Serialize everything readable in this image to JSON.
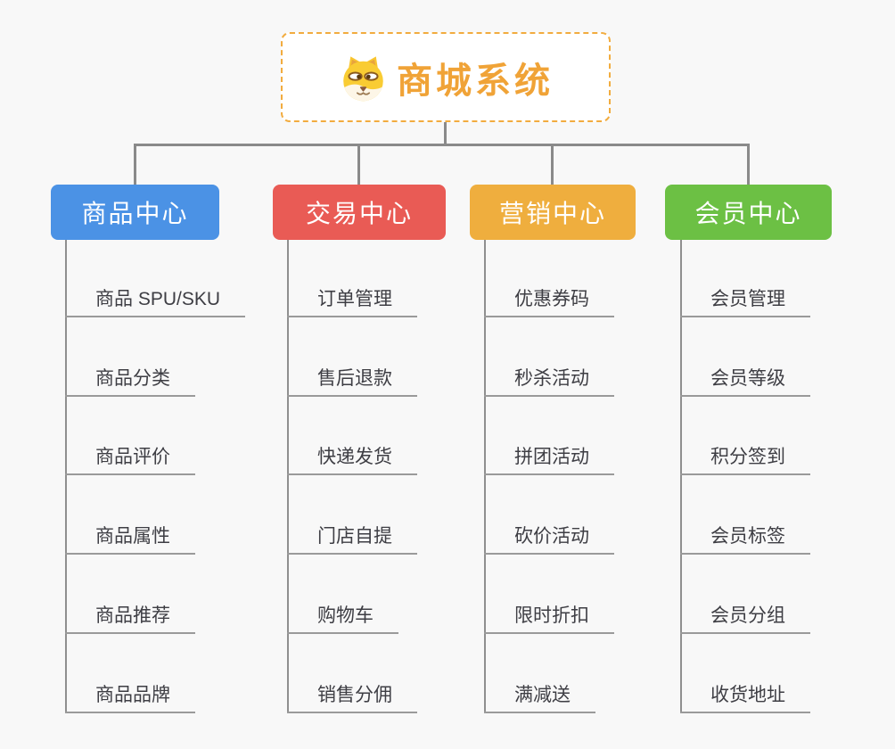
{
  "page": {
    "background": "#F8F8F8",
    "connector_color": "#8A8A8A"
  },
  "root": {
    "title": "商城系统",
    "icon": "dog-face-icon",
    "accent_color": "#F0A337",
    "border_color": "#F2AC3F"
  },
  "leaf_style": {
    "underline_color": "#9A9A9A",
    "text_color": "#3E3E44"
  },
  "branches": [
    {
      "label": "商品中心",
      "color": "#4B92E5",
      "items": [
        "商品 SPU/SKU",
        "商品分类",
        "商品评价",
        "商品属性",
        "商品推荐",
        "商品品牌"
      ]
    },
    {
      "label": "交易中心",
      "color": "#E95B55",
      "items": [
        "订单管理",
        "售后退款",
        "快递发货",
        "门店自提",
        "购物车",
        "销售分佣"
      ]
    },
    {
      "label": "营销中心",
      "color": "#EFAE3E",
      "items": [
        "优惠券码",
        "秒杀活动",
        "拼团活动",
        "砍价活动",
        "限时折扣",
        "满减送"
      ]
    },
    {
      "label": "会员中心",
      "color": "#6CC044",
      "items": [
        "会员管理",
        "会员等级",
        "积分签到",
        "会员标签",
        "会员分组",
        "收货地址"
      ]
    }
  ]
}
